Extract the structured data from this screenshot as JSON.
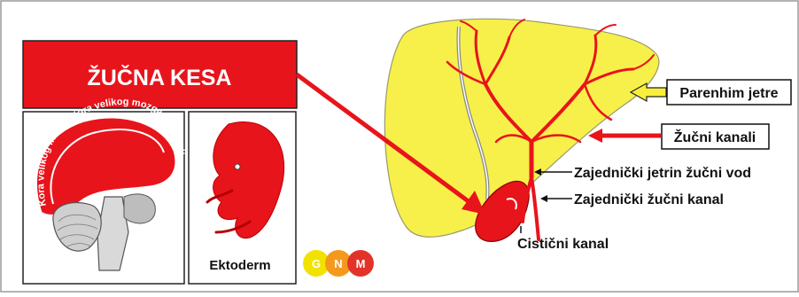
{
  "title": "ŽUČNA KESA",
  "brain_curved_text": "Kora velikog mozga Kora velikog mozga Kora velikog mozga Kora velikog",
  "embryo_label": "Ektoderm",
  "logo": {
    "letters": [
      "G",
      "N",
      "M"
    ],
    "colors": [
      "#f2e200",
      "#f39a1e",
      "#e2332a"
    ]
  },
  "labels": {
    "parenhim": "Parenhim jetre",
    "zucni_kanali": "Žučni kanali",
    "zajednicki_jetrin": "Zajednički jetrin žučni vod",
    "zajednicki_zucni": "Zajednički žučni kanal",
    "cisticni": "Cistični kanal"
  },
  "colors": {
    "red": "#e8141b",
    "liver": "#f7f04a",
    "arrow_yellow": "#f9ef3a"
  }
}
